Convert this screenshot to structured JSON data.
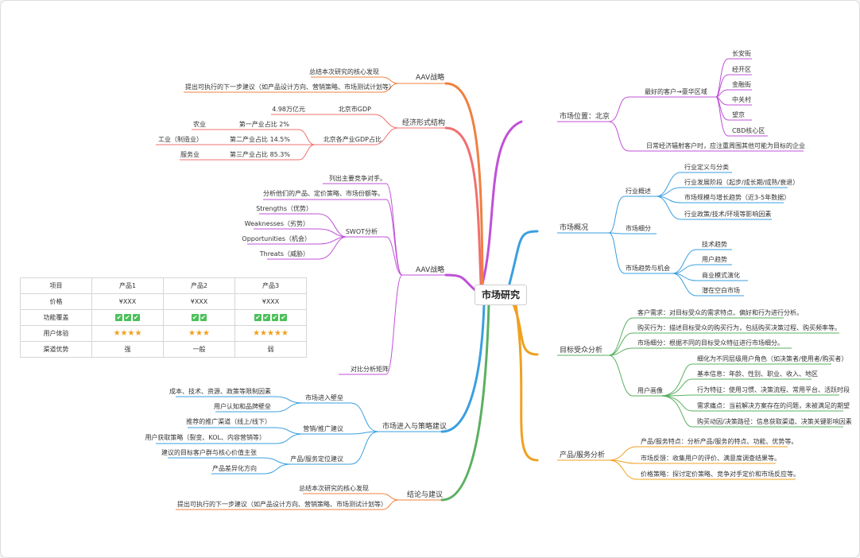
{
  "root": "市场研究",
  "right": {
    "location": {
      "label": "市场位置：北京",
      "best_area": {
        "label": "最好的客户→豪华区域",
        "items": [
          "长安街",
          "经开区",
          "金融街",
          "中关村",
          "望京",
          "CBD核心区"
        ]
      },
      "note": "日常经济辐射客户时，应注重周围其他可能为目标的企业"
    },
    "overview": {
      "label": "市场概况",
      "industry": {
        "label": "行业概述",
        "items": [
          "行业定义与分类",
          "行业发展阶段（起步/成长期/成熟/衰退）",
          "市场规模与增长趋势（近3-5年数据）",
          "行业政策/技术/环境等影响因素"
        ]
      },
      "segment": "市场细分",
      "trends": {
        "label": "市场趋势与机会",
        "items": [
          "技术趋势",
          "用户趋势",
          "商业模式演化",
          "潜在空白市场"
        ]
      }
    },
    "audience": {
      "label": "目标受众分析",
      "items": [
        "客户需求：对目标受众的需求特点、偏好和行为进行分析。",
        "购买行为：描述目标受众的购买行为，包括购买决策过程、购买频率等。",
        "市场细分：根据不同的目标受众特征进行市场细分。"
      ],
      "persona": {
        "label": "用户画像",
        "items": [
          "细化为不同层级用户角色（如决策者/使用者/购买者）",
          "基本信息：年龄、性别、职业、收入、地区",
          "行为特征：使用习惯、决策流程、常用平台、活跃时段",
          "需求痛点：当前解决方案存在的问题，未被满足的期望",
          "购买动因/决策路径：信息获取渠道、决策关键影响因素"
        ]
      }
    },
    "product": {
      "label": "产品/服务分析",
      "items": [
        "产品/服务特点：分析产品/服务的特点、功能、优势等。",
        "市场反馈：收集用户的评价、满意度调查结果等。",
        "价格策略：探讨定价策略、竞争对手定价和市场反应等。"
      ]
    }
  },
  "left": {
    "aav1": {
      "label": "AAV战略",
      "items": [
        "总结本次研究的核心发现",
        "提出可执行的下一步建议（如产品设计方向、营销策略、市场测试计划等）"
      ]
    },
    "economy": {
      "label": "经济形式结构",
      "gdp": {
        "label": "北京市GDP",
        "value": "4.98万亿元"
      },
      "gdp_share": {
        "label": "北京各产业GDP占比",
        "rows": [
          {
            "label": "第一产业占比 2%",
            "sector": "农业"
          },
          {
            "label": "第二产业占比 14.5%",
            "sector": "工业（制造业）"
          },
          {
            "label": "第三产业占比 85.3%",
            "sector": "服务业"
          }
        ]
      }
    },
    "aav2": {
      "label": "AAV战略",
      "items": [
        "列出主要竞争对手。",
        "分析他们的产品、定价策略、市场份额等。"
      ],
      "swot": {
        "label": "SWOT分析",
        "items": [
          "Strengths（优势）",
          "Weaknesses（劣势）",
          "Opportunities（机会）",
          "Threats（威胁）"
        ]
      },
      "matrix": {
        "label": "对比分析矩阵",
        "header": [
          "项目",
          "产品1",
          "产品2",
          "产品3"
        ],
        "row_labels": [
          "价格",
          "功能覆盖",
          "用户体验",
          "渠道优势"
        ],
        "price": [
          "¥XXX",
          "¥XXX",
          "¥XXX"
        ],
        "checks": [
          3,
          2,
          4
        ],
        "stars": [
          4,
          3,
          5
        ],
        "channel": [
          "强",
          "一般",
          "弱"
        ]
      }
    },
    "entry": {
      "label": "市场进入与策略建议",
      "barriers": {
        "label": "市场进入壁垒",
        "items": [
          "成本、技术、资源、政策等限制因素",
          "用户认知和品牌壁垒"
        ]
      },
      "channels": {
        "label": "营销/推广建议",
        "items": [
          "推荐的推广渠道（线上/线下）",
          "用户获取策略（裂变、KOL、内容营销等）"
        ]
      },
      "positioning": {
        "label": "产品/服务定位建议",
        "items": [
          "建议的目标客户群与核心价值主张",
          "产品差异化方向"
        ]
      }
    },
    "conclusion": {
      "label": "结论与建议",
      "items": [
        "总结本次研究的核心发现",
        "提出可执行的下一步建议（如产品设计方向、营销策略、市场测试计划等）"
      ]
    }
  },
  "colors": {
    "location": "#c050d8",
    "overview": "#3a9fe0",
    "audience": "#f0a020",
    "conclusion": "#5ab060",
    "entry": "#3a9fe0",
    "aav2": "#c050d8",
    "economy": "#f07070",
    "aav1": "#f08040"
  }
}
